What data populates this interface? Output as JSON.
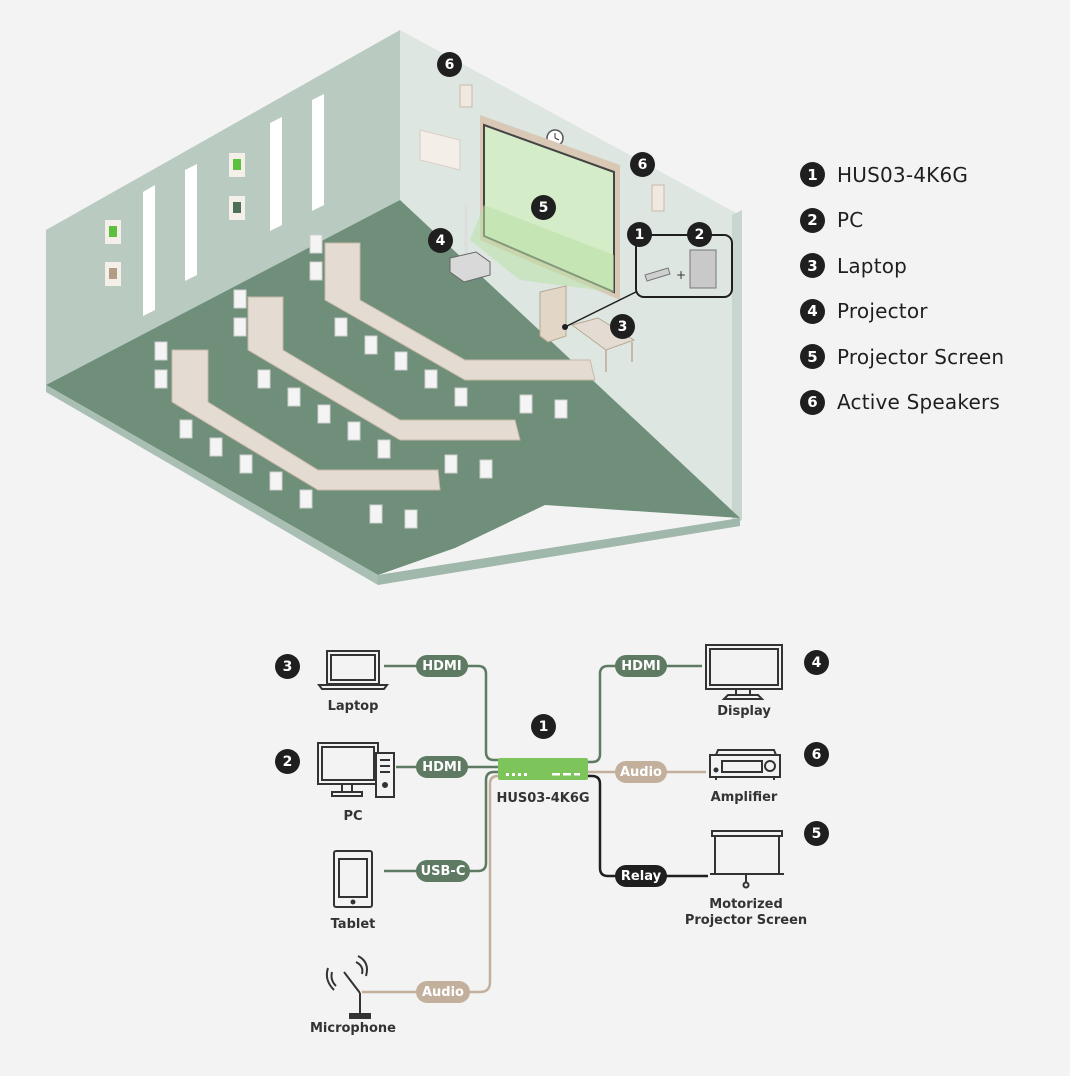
{
  "legend": [
    {
      "number": "1",
      "label": "HUS03-4K6G"
    },
    {
      "number": "2",
      "label": "PC"
    },
    {
      "number": "3",
      "label": "Laptop"
    },
    {
      "number": "4",
      "label": "Projector"
    },
    {
      "number": "5",
      "label": "Projector Screen"
    },
    {
      "number": "6",
      "label": "Active Speakers"
    }
  ],
  "room": {
    "markers": {
      "speaker_left": "6",
      "speaker_right": "6",
      "screen": "5",
      "projector": "4",
      "switch": "1",
      "pc": "2",
      "laptop": "3"
    },
    "plus_sign": "+"
  },
  "colors": {
    "hdmi": "#5e7a63",
    "audio": "#c2b09c",
    "relay": "#1f1f1f",
    "switch": "#7dc55a",
    "floor": "#6f8f7a",
    "wall": "#b9cbc1",
    "table": "#e4dcd2"
  },
  "diagram": {
    "hub": {
      "number": "1",
      "label": "HUS03-4K6G"
    },
    "inputs": [
      {
        "number": "3",
        "device": "Laptop",
        "connector": "HDMI"
      },
      {
        "number": "2",
        "device": "PC",
        "connector": "HDMI"
      },
      {
        "device": "Tablet",
        "connector": "USB-C"
      },
      {
        "device": "Microphone",
        "connector": "Audio"
      }
    ],
    "outputs": [
      {
        "number": "4",
        "device": "Display",
        "connector": "HDMI"
      },
      {
        "number": "6",
        "device": "Amplifier",
        "connector": "Audio"
      },
      {
        "number": "5",
        "device": "Motorized Projector Screen",
        "connector": "Relay"
      }
    ]
  }
}
